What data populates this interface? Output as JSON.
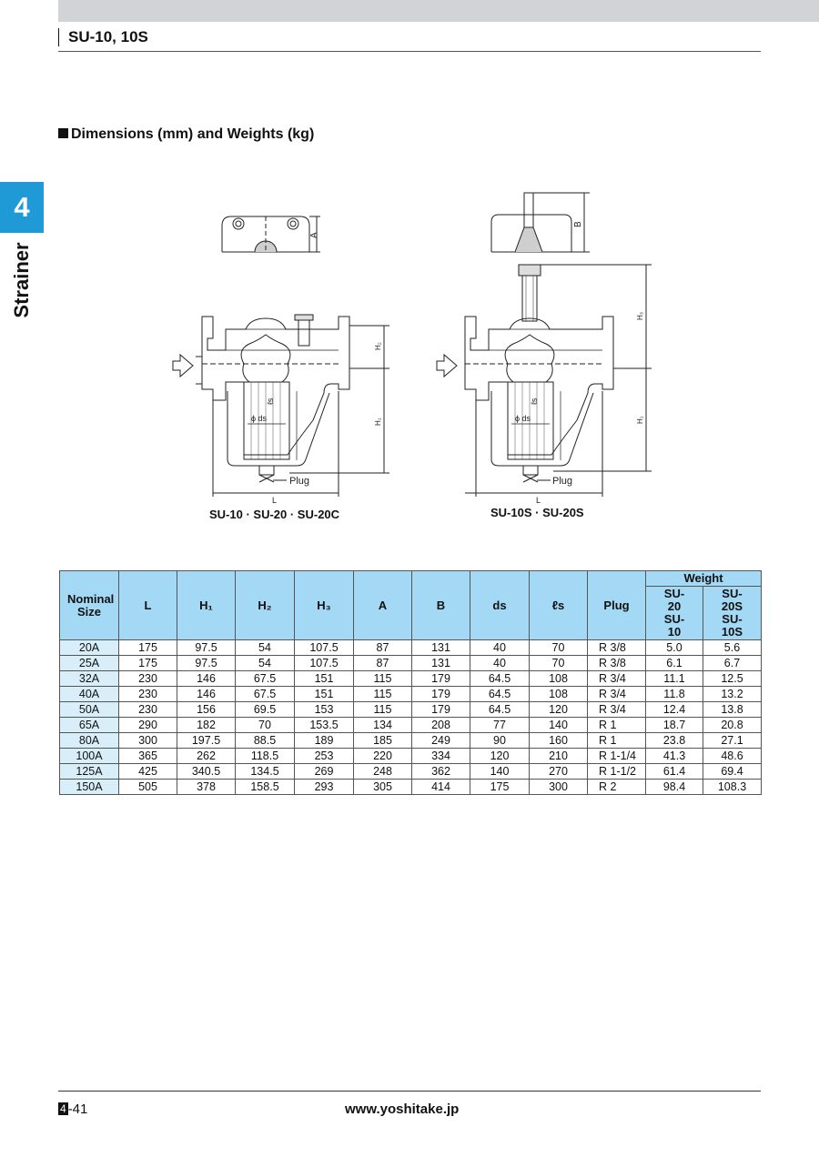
{
  "header": {
    "title": "SU-10, 10S"
  },
  "side_tab": {
    "number": "4",
    "label": "Strainer"
  },
  "section_title": "Dimensions (mm) and Weights (kg)",
  "diagrams": {
    "left_caption": "SU-10 · SU-20 · SU-20C",
    "right_caption": "SU-10S · SU-20S",
    "labels": {
      "a": "A",
      "b": "B",
      "h1": "H₁",
      "h2": "H₂",
      "h3": "H₃",
      "l": "L",
      "ls": "ℓs",
      "ds": "ϕ ds",
      "plug": "Plug"
    }
  },
  "table": {
    "headers": {
      "nominal_size": "Nominal Size",
      "l": "L",
      "h1": "H₁",
      "h2": "H₂",
      "h3": "H₃",
      "a": "A",
      "b": "B",
      "ds": "ds",
      "ls": "ℓs",
      "plug": "Plug",
      "weight": "Weight",
      "w1": "SU-20 SU-10",
      "w2": "SU-20S SU-10S"
    },
    "rows": [
      [
        "20A",
        "175",
        "97.5",
        "54",
        "107.5",
        "87",
        "131",
        "40",
        "70",
        "R 3/8",
        "5.0",
        "5.6"
      ],
      [
        "25A",
        "175",
        "97.5",
        "54",
        "107.5",
        "87",
        "131",
        "40",
        "70",
        "R 3/8",
        "6.1",
        "6.7"
      ],
      [
        "32A",
        "230",
        "146",
        "67.5",
        "151",
        "115",
        "179",
        "64.5",
        "108",
        "R 3/4",
        "11.1",
        "12.5"
      ],
      [
        "40A",
        "230",
        "146",
        "67.5",
        "151",
        "115",
        "179",
        "64.5",
        "108",
        "R 3/4",
        "11.8",
        "13.2"
      ],
      [
        "50A",
        "230",
        "156",
        "69.5",
        "153",
        "115",
        "179",
        "64.5",
        "120",
        "R 3/4",
        "12.4",
        "13.8"
      ],
      [
        "65A",
        "290",
        "182",
        "70",
        "153.5",
        "134",
        "208",
        "77",
        "140",
        "R 1",
        "18.7",
        "20.8"
      ],
      [
        "80A",
        "300",
        "197.5",
        "88.5",
        "189",
        "185",
        "249",
        "90",
        "160",
        "R 1",
        "23.8",
        "27.1"
      ],
      [
        "100A",
        "365",
        "262",
        "118.5",
        "253",
        "220",
        "334",
        "120",
        "210",
        "R 1-1/4",
        "41.3",
        "48.6"
      ],
      [
        "125A",
        "425",
        "340.5",
        "134.5",
        "269",
        "248",
        "362",
        "140",
        "270",
        "R 1-1/2",
        "61.4",
        "69.4"
      ],
      [
        "150A",
        "505",
        "378",
        "158.5",
        "293",
        "305",
        "414",
        "175",
        "300",
        "R 2",
        "98.4",
        "108.3"
      ]
    ]
  },
  "footer": {
    "chapter": "4",
    "page": "-41",
    "url": "www.yoshitake.jp"
  }
}
